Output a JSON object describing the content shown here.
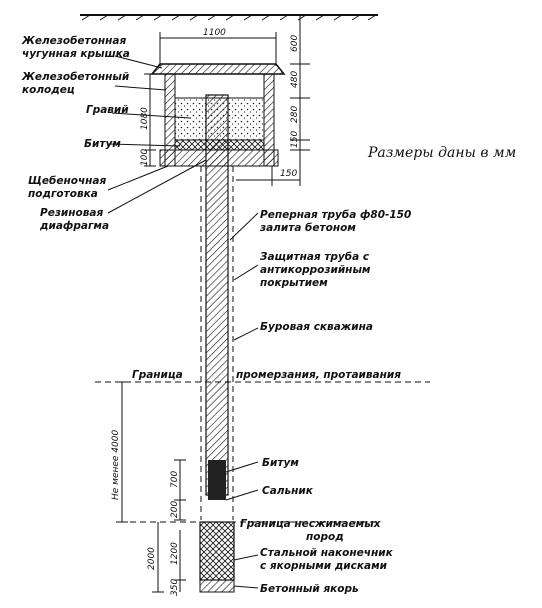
{
  "note": "Размеры даны в мм",
  "labels": {
    "lid": [
      "Железобетонная",
      "чугунная крышка"
    ],
    "well": [
      "Железобетонный",
      "колодец"
    ],
    "gravel": "Гравий",
    "bitumen_top": "Битум",
    "crushed_stone": [
      "Щебеночная",
      "подготовка"
    ],
    "rubber": [
      "Резиновая",
      "диафрагма"
    ],
    "benchmark_pipe": [
      "Реперная труба ф80-150",
      "залита бетоном"
    ],
    "protective_pipe": [
      "Защитная труба с",
      "антикоррозийным",
      "покрытием"
    ],
    "borehole": "Буровая скважина",
    "frost_line_left": "Граница",
    "frost_line_right": "промерзания, протаивания",
    "bitumen_bottom": "Битум",
    "gland": "Сальник",
    "rock_boundary": [
      "Граница несжимаемых",
      "пород"
    ],
    "steel_tip": [
      "Стальной наконечник",
      "с якорными дисками"
    ],
    "concrete_anchor": "Бетонный якорь"
  },
  "dimensions": {
    "width_top": "1100",
    "d600": "600",
    "d480": "480",
    "d280": "280",
    "d1080": "1080",
    "d150_side": "150",
    "d100": "100",
    "d150_bottom": "150",
    "not_less": "Не менее 4000",
    "d700": "700",
    "d200": "200",
    "d2000": "2000",
    "d1200": "1200",
    "d350": "350"
  }
}
